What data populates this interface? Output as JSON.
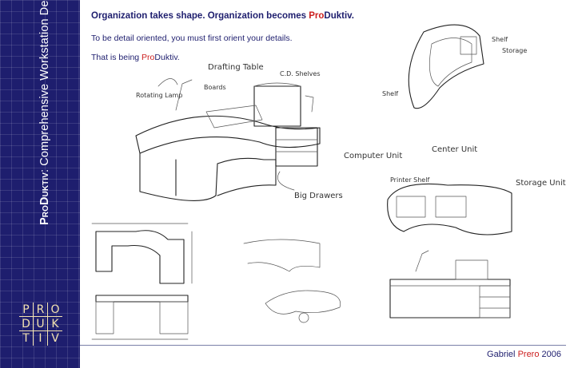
{
  "sidebar": {
    "brand": "ProDuktiv",
    "subtitle": ": Comprehensive Workstation Design",
    "logo_letters": [
      "P",
      "R",
      "O",
      "D",
      "U",
      "K",
      "T",
      "I",
      "V"
    ]
  },
  "text": {
    "headline_part1": "Organization takes shape. Organization becomes ",
    "headline_red": "Pro",
    "headline_part2": "Duktiv.",
    "line2": "To be detail oriented, you must first orient your details.",
    "line3_part1": "That is being ",
    "line3_red": "Pro",
    "line3_part2": "Duktiv."
  },
  "sketch_labels": {
    "drafting_table": "Drafting Table",
    "boards": "Boards",
    "cd_shelves": "C.D. Shelves",
    "rotating_lamp": "Rotating Lamp",
    "big_drawers": "Big Drawers",
    "computer_unit": "Computer Unit",
    "center_unit": "Center Unit",
    "storage_unit": "Storage Unit",
    "shelf": "Shelf",
    "storage": "Storage",
    "printer_shelf": "Printer Shelf"
  },
  "credit": {
    "name_part1": "Gabriel ",
    "name_red": "Prero",
    "year": " 2006"
  },
  "colors": {
    "sidebar_bg": "#1e1e6e",
    "text_navy": "#1e1e6e",
    "accent_red": "#cc1f1f",
    "logo_cream": "#f2e2b0"
  }
}
